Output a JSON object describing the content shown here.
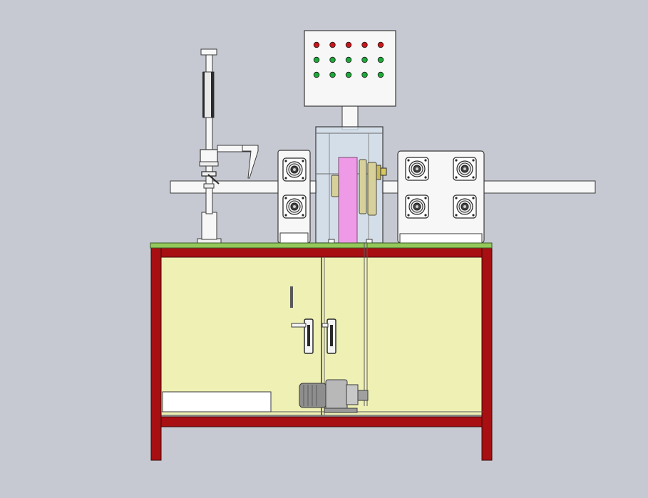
{
  "colors": {
    "background": "#c6c9d2",
    "frame": "#a80f12",
    "table_top": "#94c85a",
    "panel": "#eff0b4",
    "housing_fill": "#d8e4f0",
    "pink_block": "#ee9ae6",
    "pulley": "#d8d09a",
    "machine_face": "#f7f7f7",
    "lamp_red": "#c8161a",
    "lamp_green": "#1fa83a",
    "outline": "#3a3a3a"
  },
  "control_panel": {
    "lamp_rows": [
      [
        "red",
        "red",
        "red",
        "red",
        "red"
      ],
      [
        "green",
        "green",
        "green",
        "green",
        "green"
      ],
      [
        "green",
        "green",
        "green",
        "green",
        "green"
      ]
    ]
  },
  "icons": {
    "fan": "fan-icon",
    "door_handle": "door-handle-icon",
    "lamp": "indicator-lamp-icon"
  }
}
